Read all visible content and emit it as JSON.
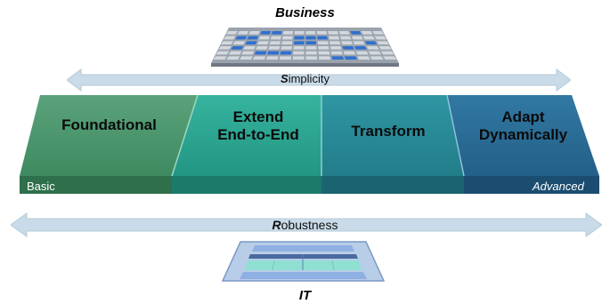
{
  "top_title": "Business",
  "bottom_title": "IT",
  "simplicity_arrow": {
    "lead": "S",
    "rest": "implicity"
  },
  "robustness_arrow": {
    "lead": "R",
    "rest": "obustness"
  },
  "stages": [
    {
      "label_line1": "Foundational",
      "label_line2": ""
    },
    {
      "label_line1": "Extend",
      "label_line2": "End-to-End"
    },
    {
      "label_line1": "Transform",
      "label_line2": ""
    },
    {
      "label_line1": "Adapt",
      "label_line2": "Dynamically"
    }
  ],
  "edge_left": "Basic",
  "edge_right": "Advanced",
  "colors": {
    "stage1": "#4f9a72",
    "stage2": "#2eab98",
    "stage3": "#2a8f9c",
    "stage4": "#2b6f9a",
    "arrow": "#c9dbe8"
  }
}
